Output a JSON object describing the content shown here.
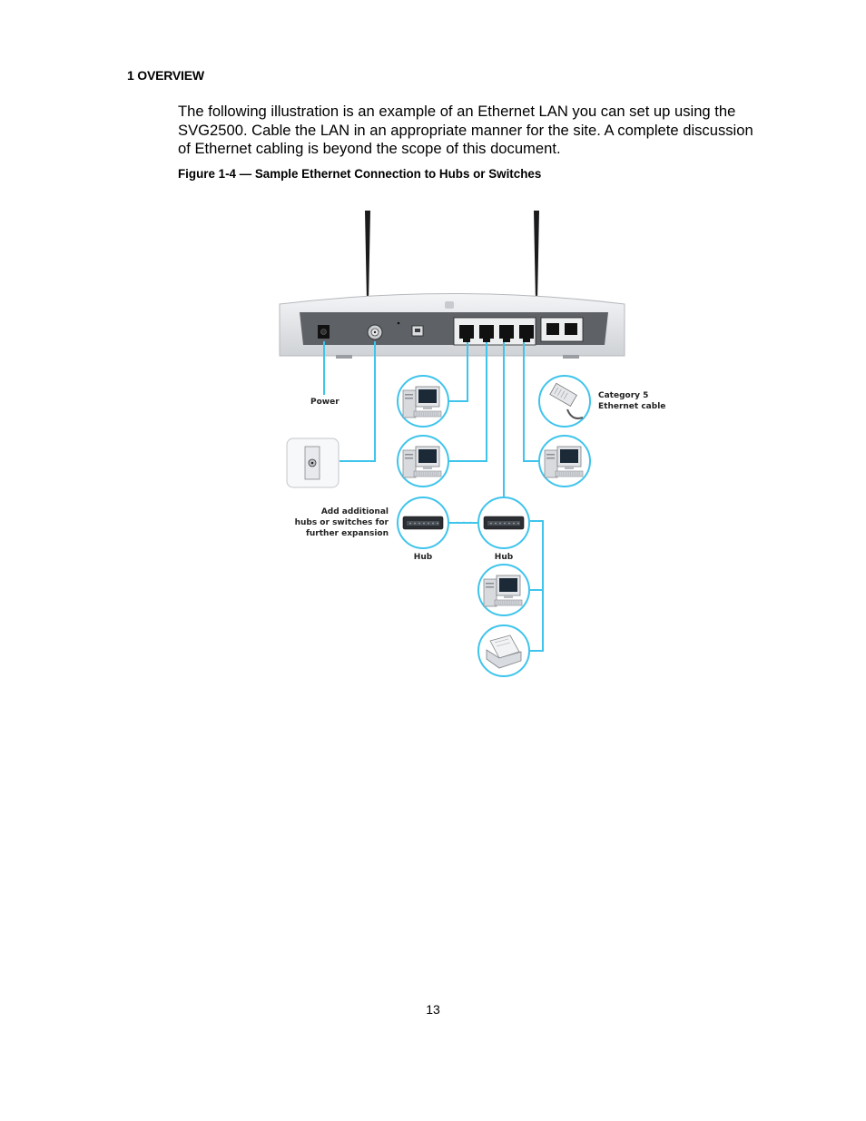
{
  "document": {
    "section_heading": "1 OVERVIEW",
    "intro_text": "The following illustration is an example of an Ethernet LAN you can set up using the SVG2500. Cable the LAN in an appropriate manner for the site. A complete discussion of Ethernet cabling is beyond the scope of this document.",
    "figure_caption": "Figure 1-4 — Sample Ethernet Connection to Hubs or Switches",
    "page_number": "13"
  },
  "figure": {
    "labels": {
      "power": "Power",
      "cable_line1": "Category 5",
      "cable_line2": "Ethernet cable",
      "expansion_line1": "Add additional",
      "expansion_line2": "hubs or switches for",
      "expansion_line3": "further expansion",
      "hub_left": "Hub",
      "hub_right": "Hub",
      "ellipsis": "• • •"
    },
    "colors": {
      "cable": "#3fc4ec",
      "device_body": "#e9ebee",
      "panel": "#5e6166"
    }
  }
}
